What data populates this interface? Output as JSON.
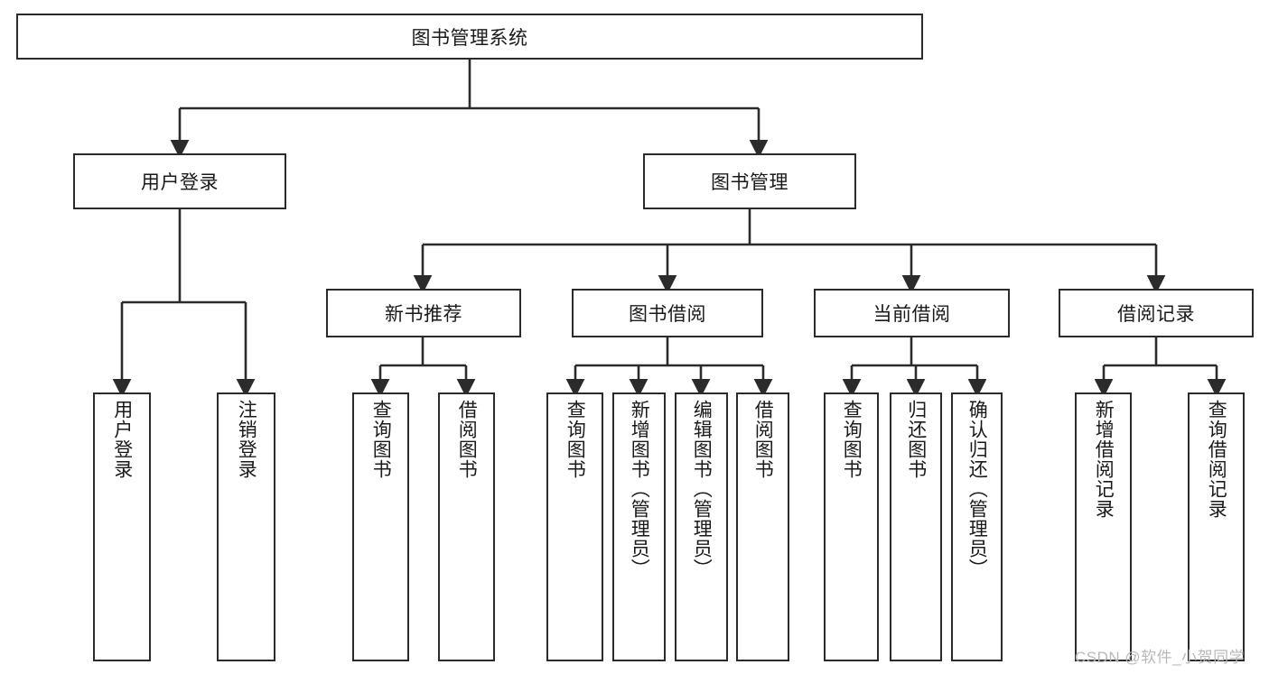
{
  "diagram": {
    "title": "图书管理系统",
    "type": "tree-hierarchy",
    "root": {
      "label": "图书管理系统",
      "orientation": "horizontal"
    },
    "level2": [
      {
        "label": "用户登录",
        "orientation": "horizontal"
      },
      {
        "label": "图书管理",
        "orientation": "horizontal"
      }
    ],
    "level3": [
      {
        "label": "新书推荐",
        "orientation": "horizontal"
      },
      {
        "label": "图书借阅",
        "orientation": "horizontal"
      },
      {
        "label": "当前借阅",
        "orientation": "horizontal"
      },
      {
        "label": "借阅记录",
        "orientation": "horizontal"
      }
    ],
    "leaves": [
      {
        "label": "用户登录",
        "parent": "用户登录",
        "orientation": "vertical"
      },
      {
        "label": "注销登录",
        "parent": "用户登录",
        "orientation": "vertical"
      },
      {
        "label": "查询图书",
        "parent": "新书推荐",
        "orientation": "vertical"
      },
      {
        "label": "借阅图书",
        "parent": "新书推荐",
        "orientation": "vertical"
      },
      {
        "label": "查询图书",
        "parent": "图书借阅",
        "orientation": "vertical"
      },
      {
        "label": "新增图书（管理员）",
        "parent": "图书借阅",
        "orientation": "vertical"
      },
      {
        "label": "编辑图书（管理员）",
        "parent": "图书借阅",
        "orientation": "vertical"
      },
      {
        "label": "借阅图书",
        "parent": "图书借阅",
        "orientation": "vertical"
      },
      {
        "label": "查询图书",
        "parent": "当前借阅",
        "orientation": "vertical"
      },
      {
        "label": "归还图书",
        "parent": "当前借阅",
        "orientation": "vertical"
      },
      {
        "label": "确认归还（管理员）",
        "parent": "当前借阅",
        "orientation": "vertical"
      },
      {
        "label": "新增借阅记录",
        "parent": "借阅记录",
        "orientation": "vertical"
      },
      {
        "label": "查询借阅记录",
        "parent": "借阅记录",
        "orientation": "vertical"
      }
    ],
    "colors": {
      "stroke": "#2b2b2b",
      "fill": "#ffffff",
      "text": "#1a1a1a",
      "watermark": "#b9b9b9"
    }
  },
  "watermark": {
    "text": "CSDN @软件_小贺同学"
  }
}
